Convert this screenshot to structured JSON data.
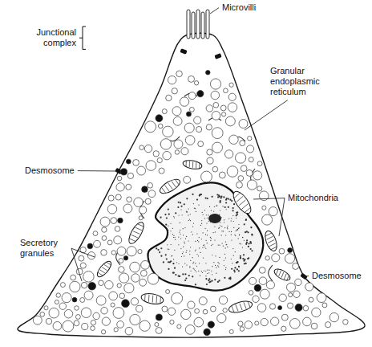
{
  "diagram": {
    "labels": [
      "Microvilli",
      "Junctional complex",
      "Granular endoplasmic reticulum",
      "Desmosome",
      "Mitochondria",
      "Desmosome",
      "Secretory granules"
    ]
  }
}
